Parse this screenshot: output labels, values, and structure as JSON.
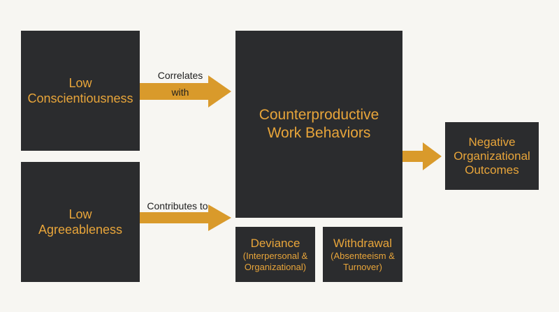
{
  "nodes": {
    "low_conscientiousness": [
      "Low",
      "Conscientiousness"
    ],
    "low_agreeableness": [
      "Low",
      "Agreeableness"
    ],
    "cwb": [
      "Counterproductive",
      "Work Behaviors"
    ],
    "deviance": {
      "title": "Deviance",
      "sub": [
        "(Interpersonal &",
        "Organizational)"
      ]
    },
    "withdrawal": {
      "title": "Withdrawal",
      "sub": [
        "(Absenteeism &",
        "Turnover)"
      ]
    },
    "negative_outcomes": [
      "Negative",
      "Organizational",
      "Outcomes"
    ]
  },
  "edges": {
    "correlates": [
      "Correlates",
      "with"
    ],
    "contributes": "Contributes to"
  },
  "colors": {
    "box": "#2b2c2e",
    "accent": "#e8a53a",
    "arrow": "#d99a2b",
    "background": "#f7f6f2"
  }
}
